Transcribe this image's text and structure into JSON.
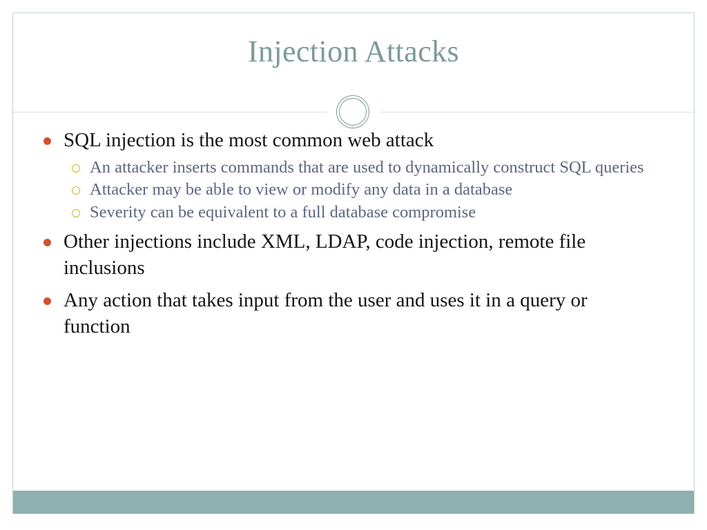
{
  "slide": {
    "title": "Injection Attacks",
    "ornament_icon": "double-circle-ornament",
    "colors": {
      "title": "#7d9a9a",
      "level1_bullet": "#d2512e",
      "level1_text": "#141414",
      "level2_bullet": "#c6b92a",
      "level2_text": "#5c667e",
      "bottom_bar": "#8fb0b0",
      "divider": "#b9c4c4",
      "slide_border": "#c6d2d2",
      "background": "#ffffff"
    },
    "bullets": [
      {
        "text": "SQL injection is the most common web attack",
        "sub": [
          "An attacker inserts commands that are used to dynamically construct SQL queries",
          "Attacker may be able to view or modify any data in a database",
          "Severity can be equivalent to a full database compromise"
        ]
      },
      {
        "text": "Other injections include XML, LDAP, code injection, remote file inclusions",
        "sub": []
      },
      {
        "text": "Any action that takes input from the user and uses it in a query or function",
        "sub": []
      }
    ]
  }
}
